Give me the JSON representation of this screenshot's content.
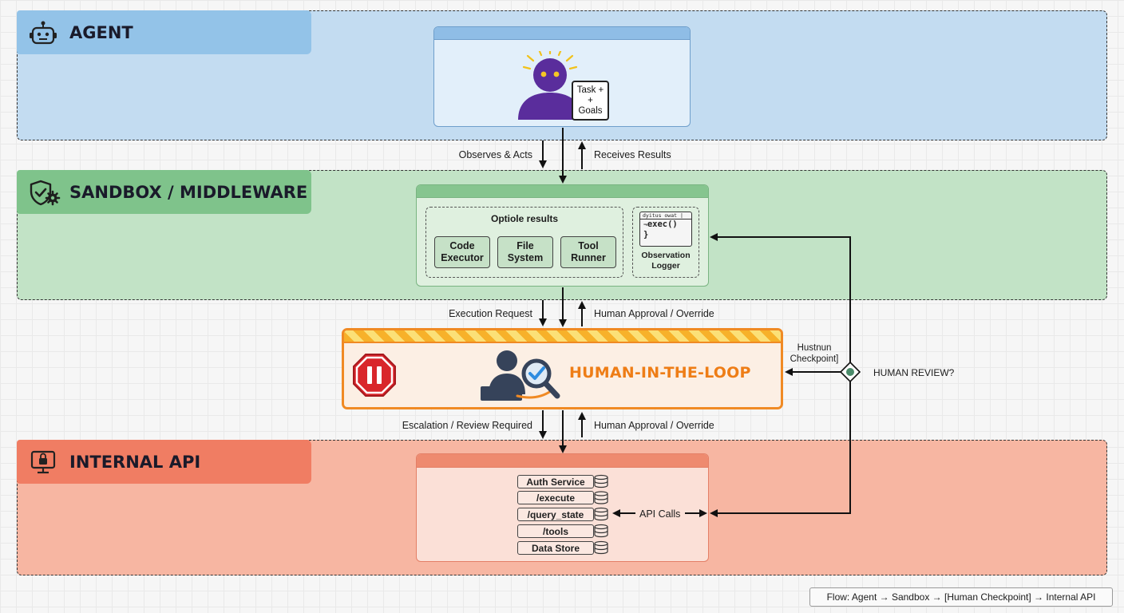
{
  "zones": {
    "agent": {
      "label": "AGENT",
      "icon": "robot-icon"
    },
    "sandbox": {
      "label": "SANDBOX / MIDDLEWARE",
      "icon": "shield-gear-icon"
    },
    "api": {
      "label": "INTERNAL API",
      "icon": "locked-monitor-icon"
    }
  },
  "agent_card": {
    "badge_line1": "Task +",
    "badge_line2": "+",
    "badge_line3": "Goals",
    "icon": "agent-person-icon"
  },
  "sandbox_card": {
    "group_title": "Optiole results",
    "tools": [
      {
        "line1": "Code",
        "line2": "Executor"
      },
      {
        "line1": "File",
        "line2": "System"
      },
      {
        "line1": "Tool",
        "line2": "Runner"
      }
    ],
    "logger": {
      "code_header": "dyitus owat |",
      "code_line": "exec()",
      "code_prefix": "¬",
      "code_brace": "}",
      "label_line1": "Observation",
      "label_line2": "Logger"
    }
  },
  "edges": {
    "observes_acts": "Observes & Acts",
    "receives_results": "Receives Results",
    "execution_request": "Execution Request",
    "human_approval_1": "Human Approval / Override",
    "escalation": "Escalation / Review Required",
    "human_approval_2": "Human Approval / Override",
    "api_calls": "API Calls",
    "checkpoint_line1": "Hustnun",
    "checkpoint_line2": "Checkpoint]",
    "human_review": "HUMAN REVIEW?"
  },
  "hitl": {
    "title": "HUMAN-IN-THE-LOOP",
    "stop_icon": "stop-pause-icon",
    "reviewer_icon": "reviewer-magnifier-icon"
  },
  "api_card": {
    "endpoints": [
      "Auth Service",
      "/execute",
      "/query_state",
      "/tools",
      "Data Store"
    ]
  },
  "legend": {
    "text": "Flow: Agent → Sandbox → [Human Checkpoint] → Internal API"
  },
  "colors": {
    "agent_zone": "#c3dcf1",
    "sandbox_zone": "#c2e3c6",
    "api_zone": "#f7b6a2",
    "hitl_border": "#f08a24",
    "hitl_title": "#ee7d16",
    "agent_figure": "#5a2d9c"
  }
}
